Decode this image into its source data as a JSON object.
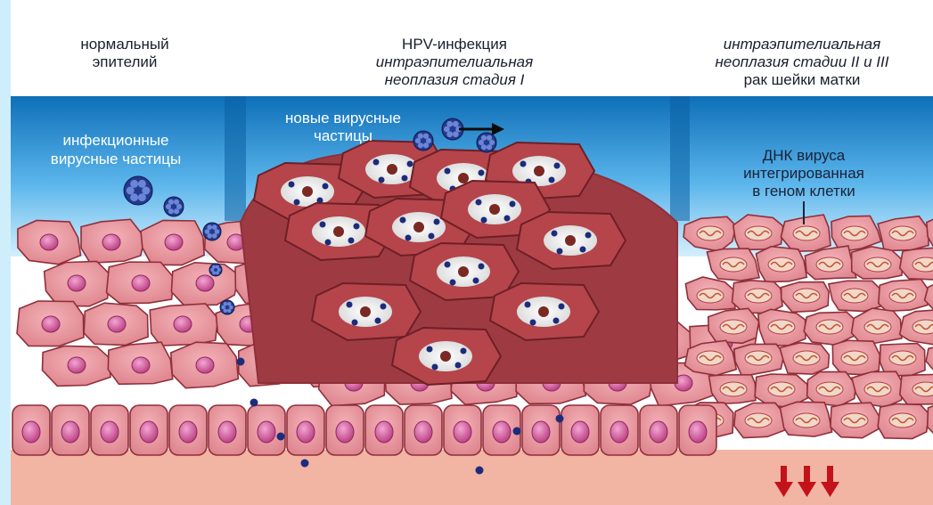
{
  "stages": [
    {
      "lines": [
        {
          "text": "нормальный",
          "italic": false
        },
        {
          "text": "эпителий",
          "italic": false
        }
      ]
    },
    {
      "lines": [
        {
          "text": "HPV-инфекция",
          "italic": false
        },
        {
          "text": "интраэпителиальная",
          "italic": true
        },
        {
          "text": "неоплазия стадия I",
          "italic": true
        }
      ]
    },
    {
      "lines": [
        {
          "text": "интраэпителиальная",
          "italic": true
        },
        {
          "text": "неоплазия стадии II и III",
          "italic": true
        },
        {
          "text": "рак шейки матки",
          "italic": false
        }
      ]
    }
  ],
  "annotations": {
    "infectious_particles": [
      "инфекционные",
      "вирусные частицы"
    ],
    "new_particles": [
      "новые вирусные",
      "частицы"
    ],
    "viral_dna": [
      "ДНК вируса",
      "интегрированная",
      "в геном клетки"
    ]
  },
  "colors": {
    "sky_top": "#0e6fb8",
    "sky_bottom": "#bfe6fb",
    "cell_fill": "#e58e97",
    "cell_stroke": "#8f2f3a",
    "nucleus": "#c9428a",
    "infected_cell": "#b5454b",
    "virus": "#1c2c7a",
    "basement": "#f0b4a4",
    "arrow": "#c3121a"
  },
  "icons": [
    "virus-particle-icon",
    "arrow-right-icon",
    "arrow-down-icon"
  ]
}
